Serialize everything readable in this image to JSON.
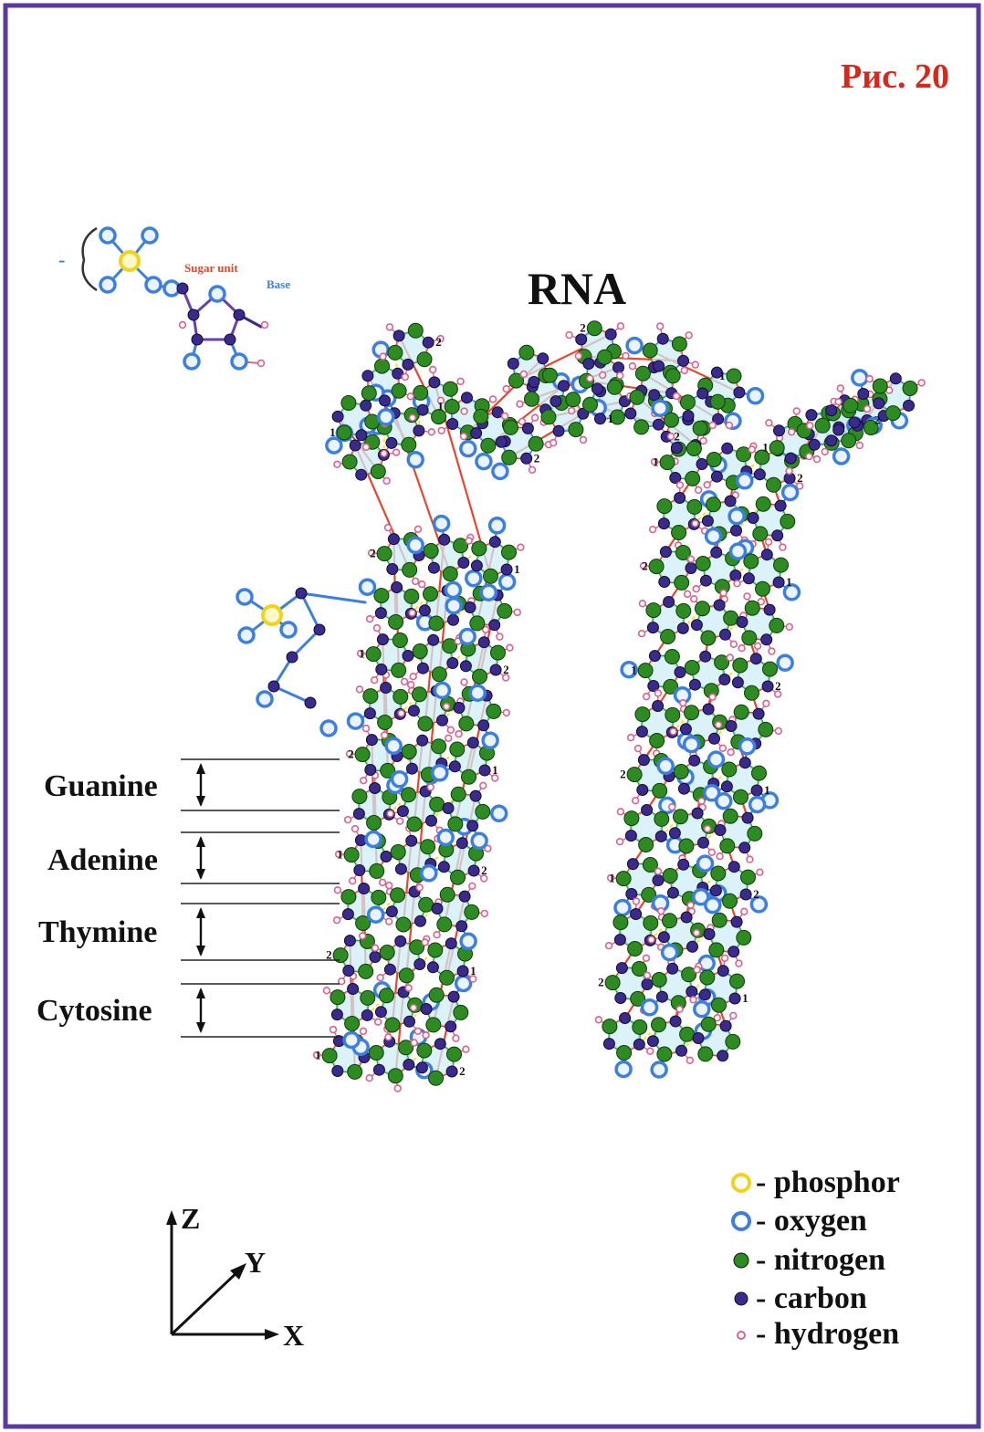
{
  "figure_label": "Рис. 20",
  "title": "RNA",
  "inset": {
    "sugar_label": "Sugar unit",
    "base_label": "Base",
    "bracket_mark": "-"
  },
  "bases": [
    {
      "name": "Guanine"
    },
    {
      "name": "Adenine"
    },
    {
      "name": "Thymine"
    },
    {
      "name": "Cytosine"
    }
  ],
  "legend": [
    {
      "label": "- phosphor",
      "color": "#f2d21b",
      "kind": "ring"
    },
    {
      "label": "- oxygen",
      "color": "#3b7fe0",
      "kind": "ring"
    },
    {
      "label": "- nitrogen",
      "color": "#2e8b22",
      "kind": "filled"
    },
    {
      "label": "- carbon",
      "color": "#3a2a8c",
      "kind": "filled"
    },
    {
      "label": "- hydrogen",
      "color": "#e0608a",
      "kind": "ring"
    }
  ],
  "axes": {
    "z": "Z",
    "y": "Y",
    "x": "X"
  },
  "atom_colors": {
    "phosphor": "#f2d21b",
    "oxygen": "#3b7fe0",
    "nitrogen": "#2e8b22",
    "carbon": "#3a2a8c",
    "hydrogen": "#e0608a",
    "bond_sugar": "#e8452c",
    "bond_base": "#2aa830",
    "hbond": "#f2e632",
    "ring_fill": "#cfeef5",
    "frame": "#5a3aa0"
  },
  "bond_numbers": [
    "1",
    "2"
  ]
}
